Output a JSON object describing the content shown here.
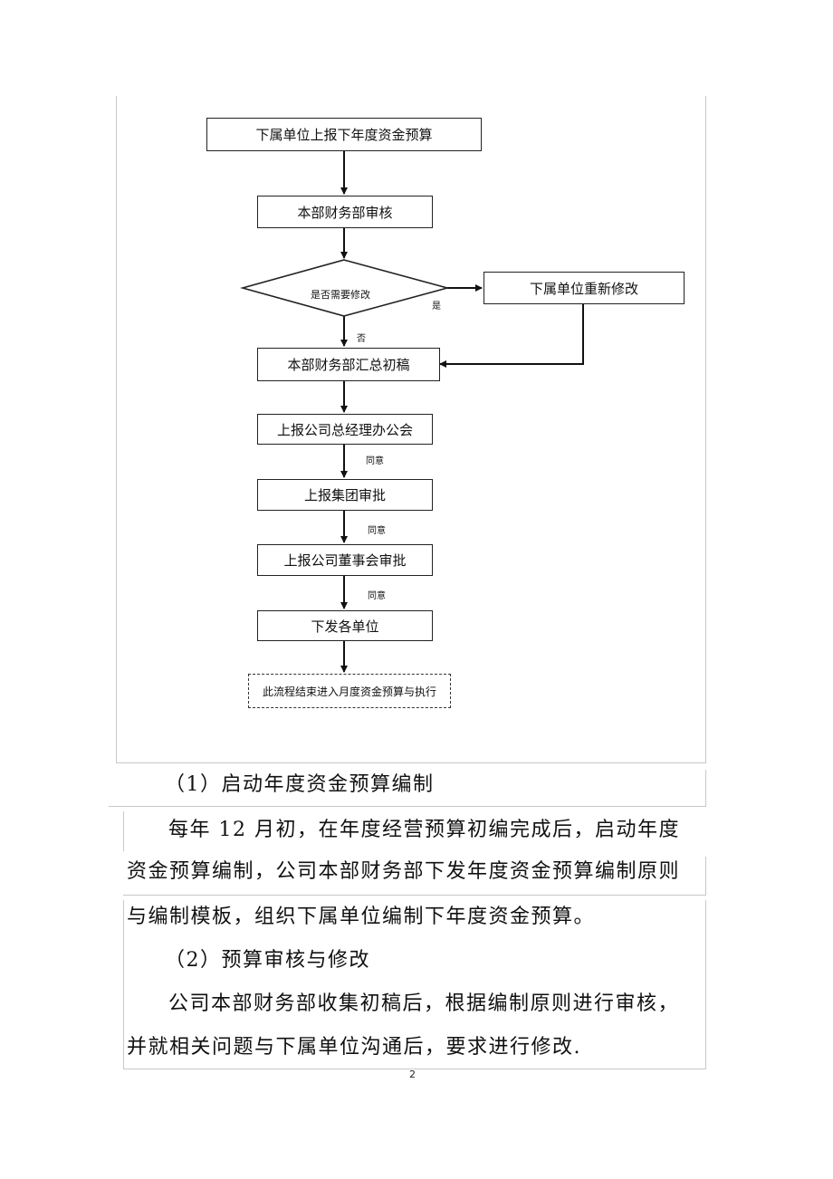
{
  "flowchart": {
    "step1": "下属单位上报下年度资金预算",
    "step2": "本部财务部审核",
    "decision": "是否需要修改",
    "yes_label": "是",
    "no_label": "否",
    "revise": "下属单位重新修改",
    "step3": "本部财务部汇总初稿",
    "step4": "上报公司总经理办公会",
    "agree1": "同意",
    "step5": "上报集团审批",
    "agree2": "同意",
    "step6": "上报公司董事会审批",
    "agree3": "同意",
    "step7": "下发各单位",
    "end": "此流程结束进入月度资金预算与执行"
  },
  "body": {
    "heading1": "（1）启动年度资金预算编制",
    "para1_line1": "每年 12 月初，在年度经营预算初编完成后，启动年度",
    "para1_line2": "资金预算编制，公司本部财务部下发年度资金预算编制原则",
    "para1_line3": "与编制模板，组织下属单位编制下年度资金预算。",
    "heading2": "（2）预算审核与修改",
    "para2_line1": "公司本部财务部收集初稿后，根据编制原则进行审核，",
    "para2_line2": "并就相关问题与下属单位沟通后，要求进行修改."
  },
  "page_number": "2"
}
